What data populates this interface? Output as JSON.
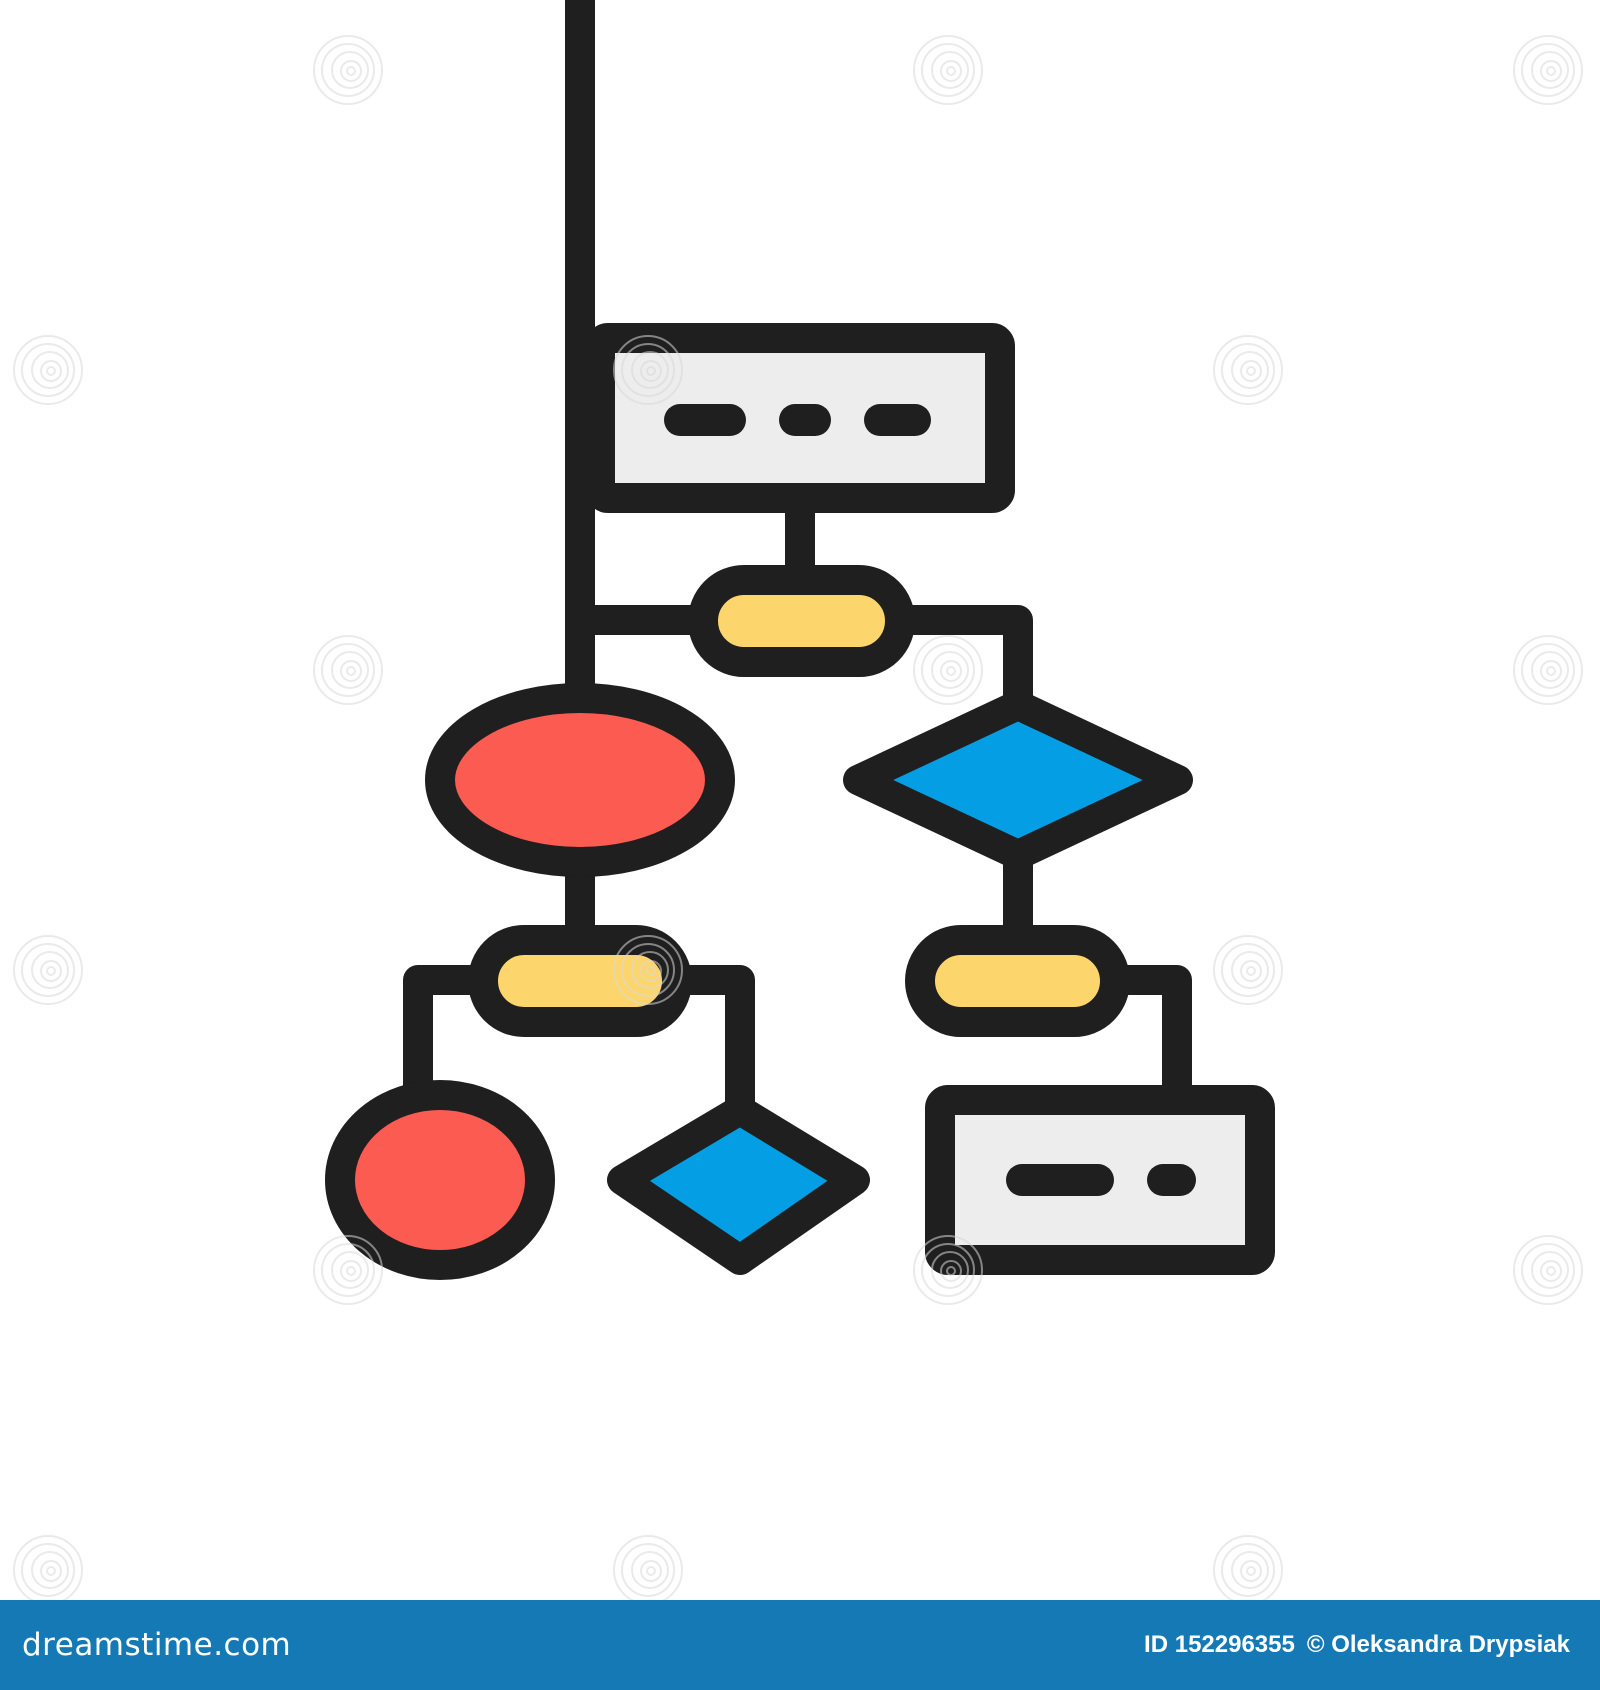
{
  "colors": {
    "background": "#ffffff",
    "outline": "#1f1f1f",
    "box_fill": "#ededed",
    "connector_fill": "#fcd56c",
    "ellipse_fill": "#fb5b51",
    "diamond_fill": "#039ee3",
    "footer_bar": "#1479b4",
    "footer_text": "#ffffff"
  },
  "icon": {
    "name": "flowchart-icon"
  },
  "watermark": {
    "brand": "dreamstime"
  },
  "footer": {
    "logo": "dreamstime.com",
    "id_text": "ID 152296355",
    "copyright_author": "© Oleksandra Drypsiak"
  }
}
